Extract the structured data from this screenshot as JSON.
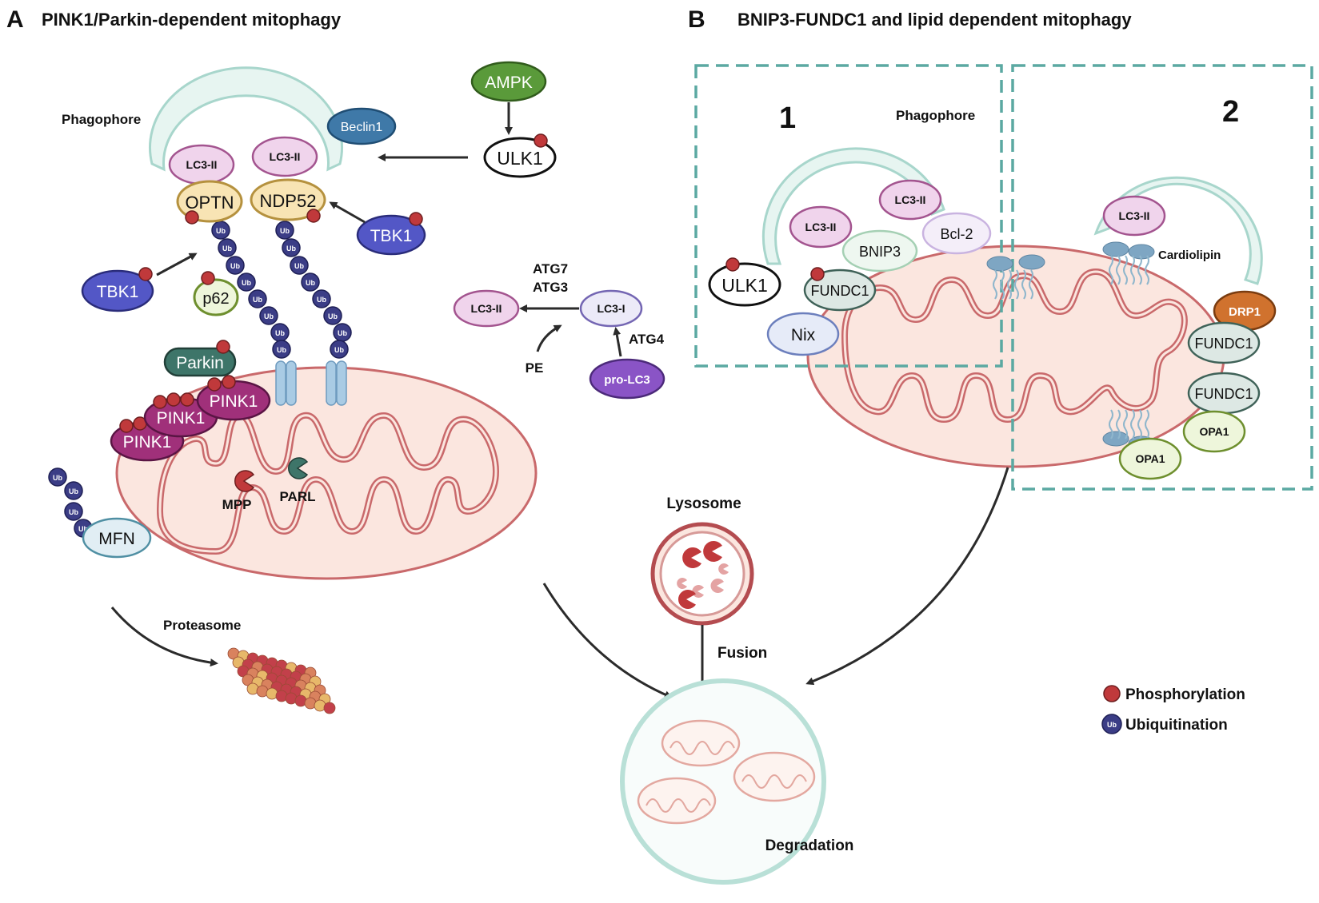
{
  "panel_a": {
    "letter": "A",
    "title": "PINK1/Parkin-dependent mitophagy",
    "phagophore": "Phagophore",
    "beclin": "Beclin1",
    "ampk": "AMPK",
    "ulk1": "ULK1",
    "lc3_left": "LC3-II",
    "lc3_right": "LC3-II",
    "optn": "OPTN",
    "ndp52": "NDP52",
    "tbk1_left": "TBK1",
    "tbk1_right": "TBK1",
    "p62": "p62",
    "parkin": "Parkin",
    "pink1": "PINK1",
    "mfn": "MFN",
    "ub": "Ub",
    "mpp": "MPP",
    "parl": "PARL",
    "proteasome": "Proteasome",
    "atg7": "ATG7",
    "atg3": "ATG3",
    "lc3_ii_product": "LC3-II",
    "lc3_i": "LC3-I",
    "atg4": "ATG4",
    "pe": "PE",
    "pro_lc3": "pro-LC3"
  },
  "panel_b": {
    "letter": "B",
    "title": "BNIP3-FUNDC1 and lipid dependent mitophagy",
    "box1_number": "1",
    "box2_number": "2",
    "phagophore": "Phagophore",
    "ulk1": "ULK1",
    "lc3_a": "LC3-II",
    "lc3_b": "LC3-II",
    "lc3_c": "LC3-II",
    "bnip3": "BNIP3",
    "bcl2": "Bcl-2",
    "fundc1_box1": "FUNDC1",
    "nix": "Nix",
    "cardiolipin": "Cardiolipin",
    "drp1": "DRP1",
    "fundc1_a": "FUNDC1",
    "fundc1_b": "FUNDC1",
    "opa1_a": "OPA1",
    "opa1_b": "OPA1"
  },
  "bottom": {
    "lysosome": "Lysosome",
    "fusion": "Fusion",
    "degradation": "Degradation"
  },
  "legend": {
    "phosphorylation": "Phosphorylation",
    "ubiquitination": "Ubiquitination",
    "ub_symbol": "Ub"
  },
  "colors": {
    "phospho": "#c0393b",
    "ub": "#3b3d86",
    "mito_fill": "#fbe6df",
    "mito_stroke": "#c9696b",
    "phagophore_fill": "#e7f5f1",
    "phagophore_stroke": "#a8d6cc",
    "pink1": "#a0307a",
    "tbk1": "#5357c6",
    "ampk": "#5a9a3a",
    "parkin": "#3e7569",
    "box_dash": "#5ba9a2"
  }
}
